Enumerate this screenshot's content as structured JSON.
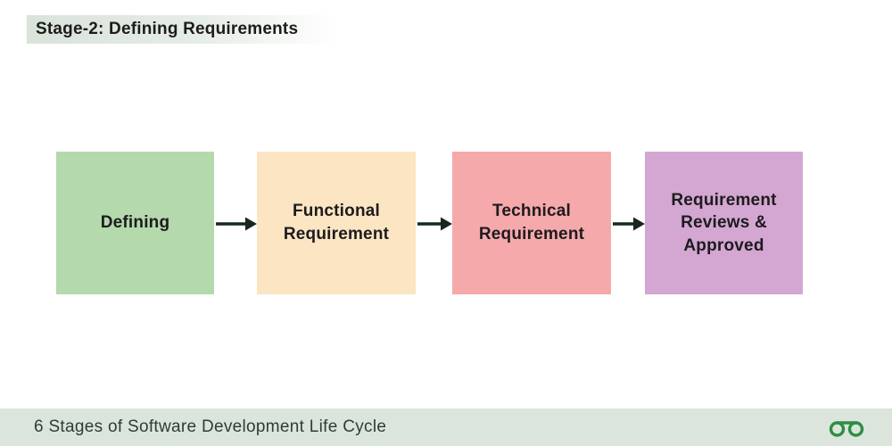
{
  "header": {
    "title": "Stage-2: Defining Requirements"
  },
  "diagram": {
    "boxes": [
      {
        "label": "Defining",
        "color": "#b4d9ac"
      },
      {
        "label": "Functional Requirement",
        "color": "#fbe5c2"
      },
      {
        "label": "Technical Requirement",
        "color": "#f5a9ab"
      },
      {
        "label": "Requirement Reviews & Approved",
        "color": "#d3a7d2"
      }
    ],
    "arrow_color": "#16281c"
  },
  "footer": {
    "caption": "6 Stages of Software Development Life Cycle",
    "logo_icon": "geeksforgeeks-logo",
    "logo_color": "#2f8d46",
    "background_color": "#dce5dc"
  }
}
